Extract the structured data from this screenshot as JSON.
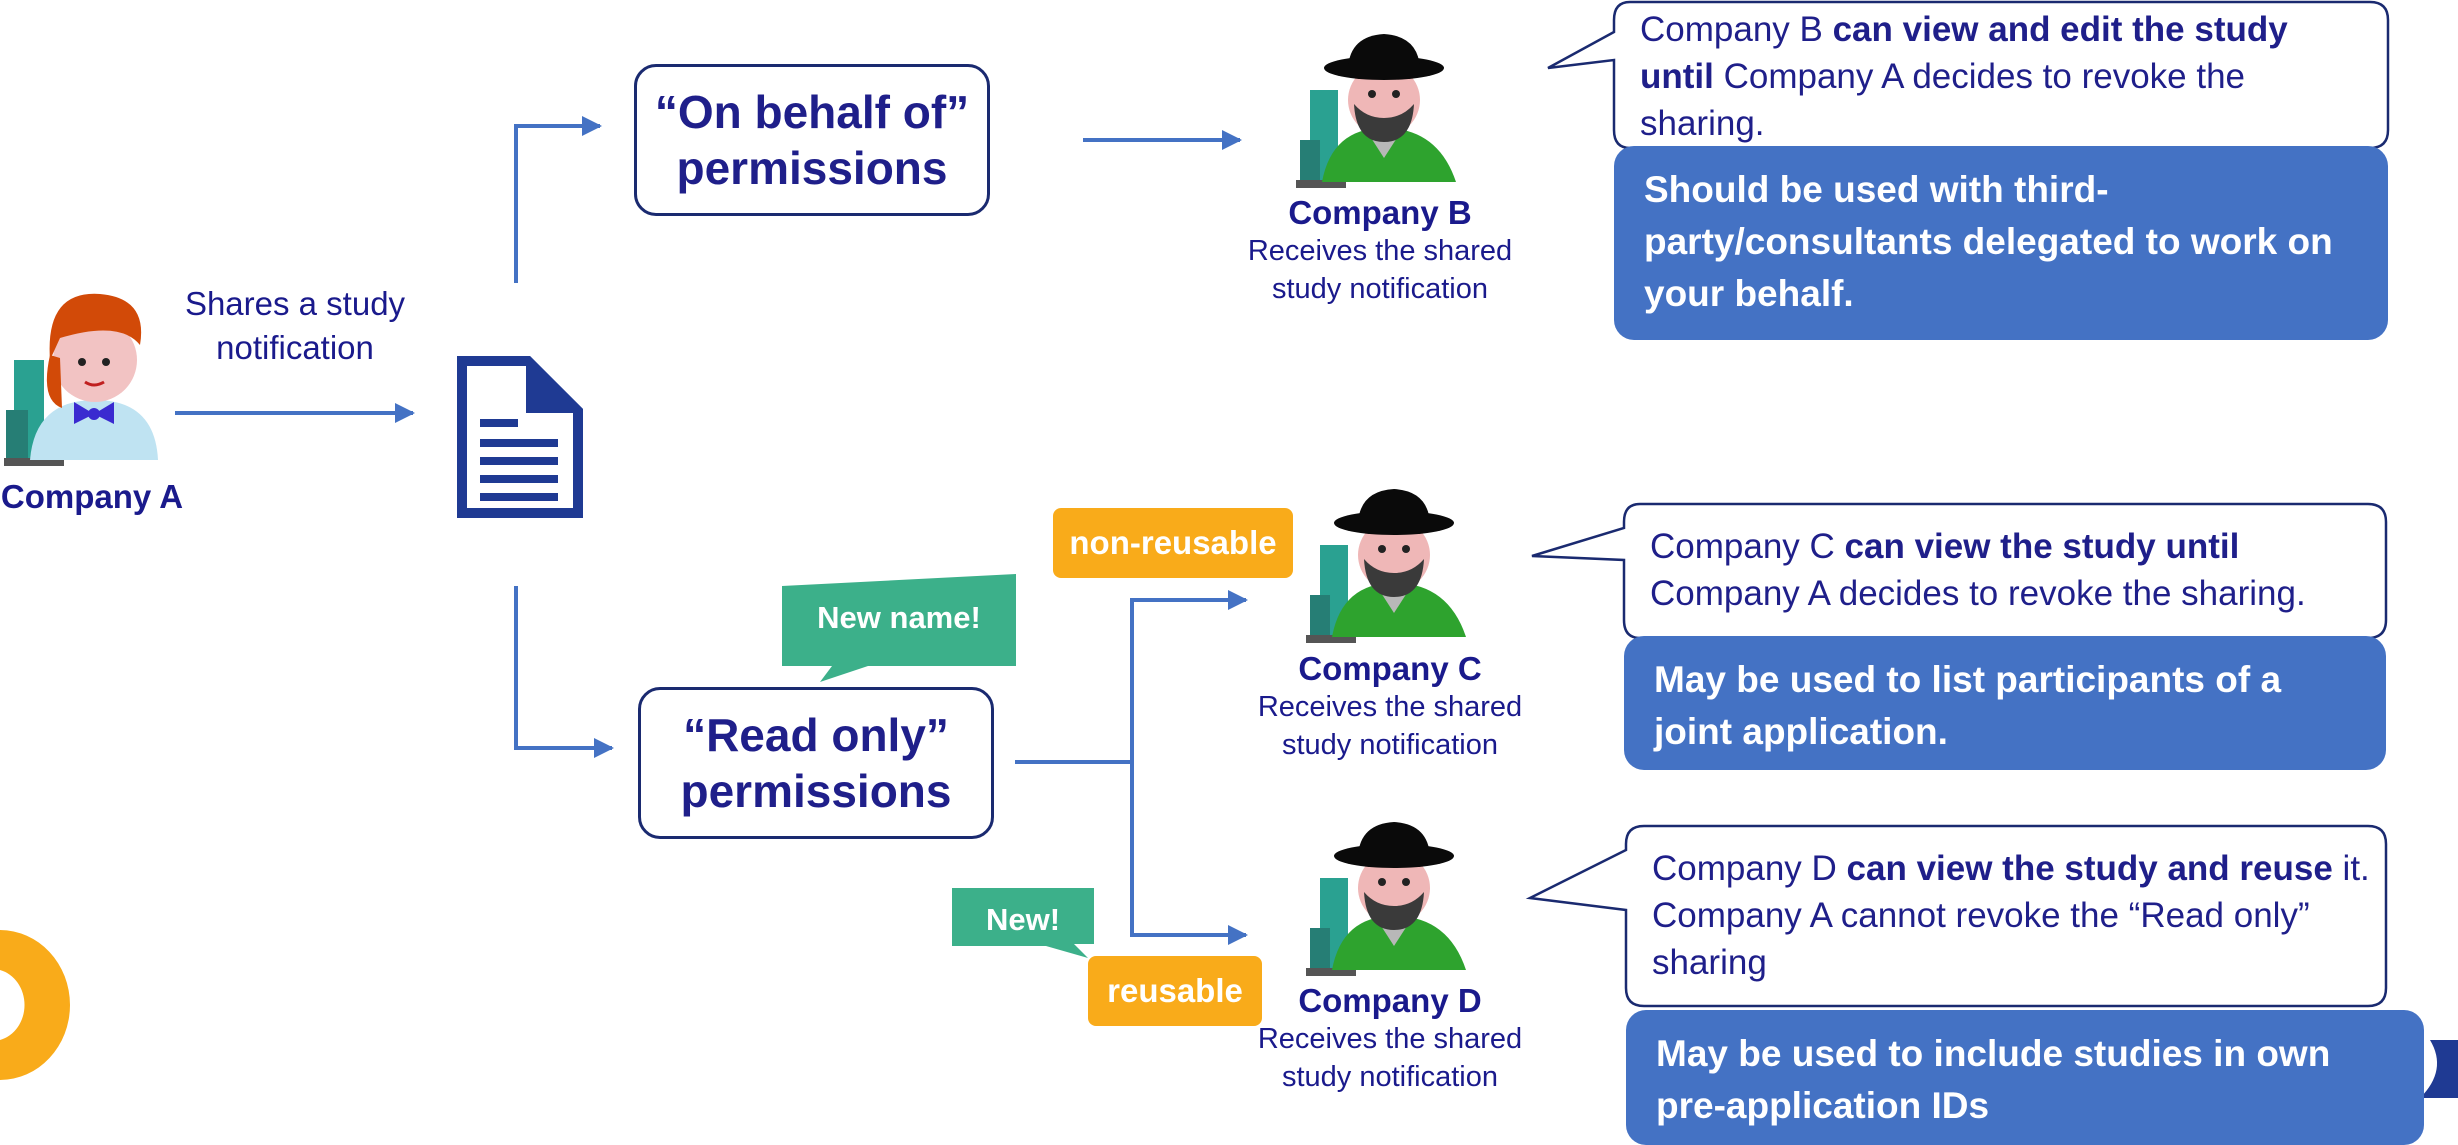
{
  "company_a": {
    "name": "Company A"
  },
  "share_label": {
    "line1": "Shares a study",
    "line2": "notification"
  },
  "permissions": {
    "on_behalf": {
      "line1": "“On behalf of”",
      "line2": "permissions"
    },
    "read_only": {
      "line1": "“Read only”",
      "line2": "permissions"
    }
  },
  "badges": {
    "non_reusable": "non-reusable",
    "reusable": "reusable"
  },
  "speech_tags": {
    "new_name": "New name!",
    "new": "New!"
  },
  "company_b": {
    "name": "Company B",
    "sub1": "Receives the shared",
    "sub2": "study notification",
    "callout": {
      "t1": "Company B ",
      "t2": "can view and edit the study",
      "t3": "until",
      "t4": " Company A decides to revoke the",
      "t5": "sharing."
    },
    "usage": {
      "line1": "Should be used with third-",
      "line2": "party/consultants delegated to work on",
      "line3": "your behalf."
    }
  },
  "company_c": {
    "name": "Company C",
    "sub1": "Receives the shared",
    "sub2": "study notification",
    "callout": {
      "t1": "Company C ",
      "t2": "can view the study until",
      "t3": "Company A decides to revoke the sharing."
    },
    "usage": {
      "line1": "May be used to list participants of a",
      "line2": "joint application."
    }
  },
  "company_d": {
    "name": "Company D",
    "sub1": "Receives the shared",
    "sub2": "study notification",
    "callout": {
      "t1": "Company D ",
      "t2": "can view the study and reuse",
      "t3": " it.",
      "t4": "Company A cannot revoke the “Read only”",
      "t5": "sharing"
    },
    "usage": {
      "line1": "May be used to include studies in own",
      "line2": "pre-application IDs"
    }
  },
  "colors": {
    "arrow": "#4472c4",
    "text_navy": "#1a1a8c",
    "badge": "#f9ab1a",
    "speech_tag": "#3cb08a",
    "usage_box": "#4472c4",
    "document": "#1f3a93"
  }
}
